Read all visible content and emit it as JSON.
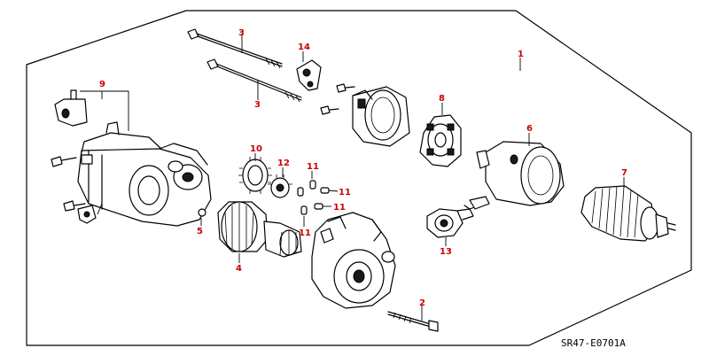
{
  "diagram": {
    "part_labels": [
      "1",
      "2",
      "3",
      "3",
      "4",
      "5",
      "6",
      "7",
      "8",
      "9",
      "10",
      "11",
      "11",
      "11",
      "11",
      "12",
      "13",
      "14"
    ],
    "diagram_code": "SR47-E0701A",
    "label_color": "#cc0000"
  }
}
